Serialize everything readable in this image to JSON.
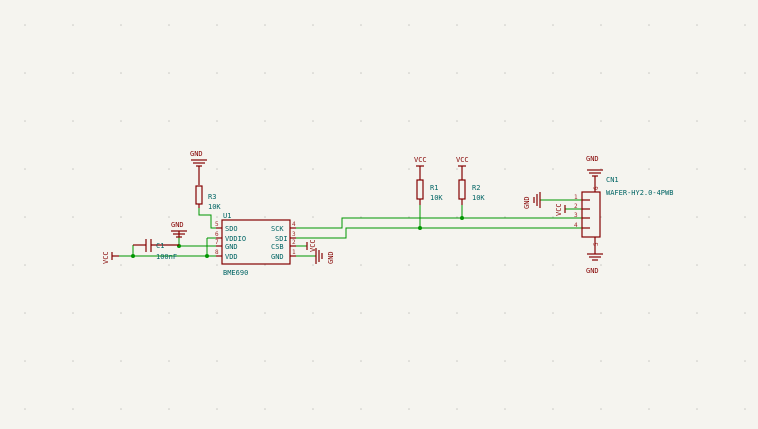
{
  "power": {
    "gnd_r3": "GND",
    "gnd_c1": "GND",
    "vcc_c1": "VCC",
    "gnd_csb": "GND",
    "vcc_csb": "VCC",
    "vcc_r1": "VCC",
    "vcc_r2": "VCC",
    "gnd_conn_left": "GND",
    "vcc_conn_left": "VCC",
    "gnd_conn_top": "GND",
    "gnd_conn_bottom": "GND"
  },
  "r3": {
    "ref": "R3",
    "value": "10K"
  },
  "r1": {
    "ref": "R1",
    "value": "10K"
  },
  "r2": {
    "ref": "R2",
    "value": "10K"
  },
  "c1": {
    "ref": "C1",
    "value": "100nF"
  },
  "u1": {
    "ref": "U1",
    "value": "BME690",
    "pins_left": [
      {
        "num": "5",
        "name": "SDO"
      },
      {
        "num": "6",
        "name": "VDDIO"
      },
      {
        "num": "7",
        "name": "GND"
      },
      {
        "num": "8",
        "name": "VDD"
      }
    ],
    "pins_right": [
      {
        "num": "4",
        "name": "SCK"
      },
      {
        "num": "3",
        "name": "SDI"
      },
      {
        "num": "2",
        "name": "CSB"
      },
      {
        "num": "1",
        "name": "GND"
      }
    ]
  },
  "cn1": {
    "ref": "CN1",
    "value": "WAFER-HY2.0-4PWB",
    "pins": [
      "1",
      "2",
      "3",
      "4"
    ],
    "mount_top": "6",
    "mount_bottom": "5"
  }
}
